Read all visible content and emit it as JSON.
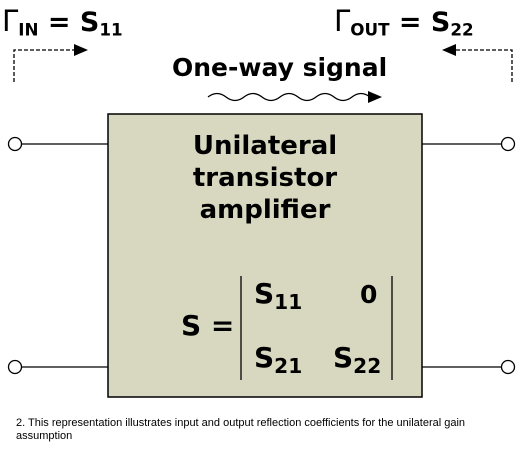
{
  "gamma_in": {
    "symbol": "Γ",
    "sub": "IN",
    "equals": "=",
    "s": "S",
    "sub_idx": "11"
  },
  "gamma_out": {
    "symbol": "Γ",
    "sub": "OUT",
    "equals": "=",
    "s": "S",
    "sub_idx": "22"
  },
  "signal_label": "One-way signal",
  "box": {
    "title_lines": [
      "Unilateral",
      "transistor",
      "amplifier"
    ],
    "fill_color": "#d8d8c0"
  },
  "matrix": {
    "lhs": "S =",
    "s11": {
      "s": "S",
      "sub": "11"
    },
    "s12": "0",
    "s21": {
      "s": "S",
      "sub": "21"
    },
    "s22": {
      "s": "S",
      "sub": "22"
    }
  },
  "caption": "2. This representation illustrates input and output reflection coefficients for the unilateral gain assumption"
}
